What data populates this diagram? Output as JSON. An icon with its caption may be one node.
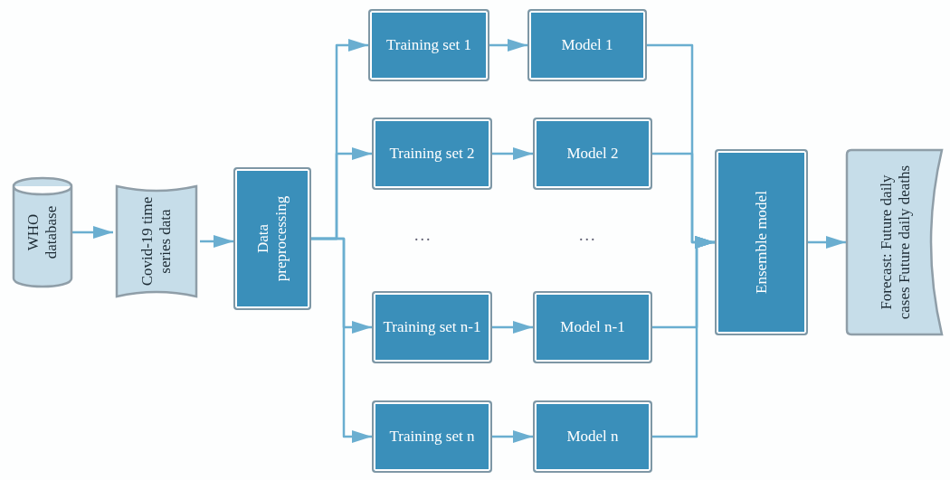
{
  "diagram": {
    "nodes": [
      {
        "text": [
          "WHO database"
        ]
      },
      {
        "text": [
          "Covid-19 time series data"
        ]
      },
      {
        "text": [
          "Data preprocessing"
        ]
      },
      {
        "text": [
          "Training set 1"
        ]
      },
      {
        "text": [
          "Model 1"
        ]
      },
      {
        "text": [
          "Training set 2"
        ]
      },
      {
        "text": [
          "Model 2"
        ]
      },
      {
        "text": [
          "Training set n-1"
        ]
      },
      {
        "text": [
          "Model n-1"
        ]
      },
      {
        "text": [
          "Training set n"
        ]
      },
      {
        "text": [
          "Model n"
        ]
      },
      {
        "text": [
          "Ensemble model"
        ]
      },
      {
        "text": [
          "Forecast: Future daily cases Future daily deaths"
        ]
      }
    ],
    "edges": [
      {
        "from": 0,
        "to": 1,
        "arrow": "to"
      },
      {
        "from": 1,
        "to": 2,
        "arrow": "to"
      },
      {
        "from": 2,
        "to": 3,
        "arrow": "to"
      },
      {
        "from": 2,
        "to": 5,
        "arrow": "to"
      },
      {
        "from": 2,
        "to": 7,
        "arrow": "to"
      },
      {
        "from": 2,
        "to": 9,
        "arrow": "to"
      },
      {
        "from": 3,
        "to": 4,
        "arrow": "to"
      },
      {
        "from": 5,
        "to": 6,
        "arrow": "to"
      },
      {
        "from": 7,
        "to": 8,
        "arrow": "to"
      },
      {
        "from": 9,
        "to": 10,
        "arrow": "to"
      },
      {
        "from": 4,
        "to": 11,
        "arrow": "to"
      },
      {
        "from": 6,
        "to": 11,
        "arrow": "to"
      },
      {
        "from": 8,
        "to": 11,
        "arrow": "to"
      },
      {
        "from": 10,
        "to": 11,
        "arrow": "to"
      },
      {
        "from": 11,
        "to": 12,
        "arrow": "to"
      }
    ],
    "labels": [
      "...",
      "..."
    ]
  }
}
